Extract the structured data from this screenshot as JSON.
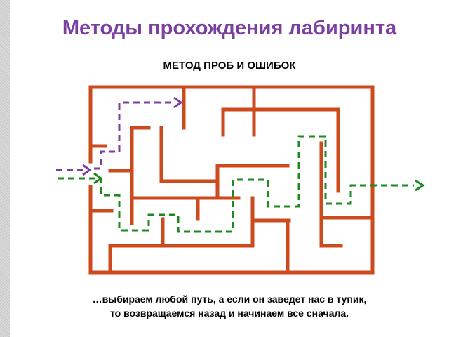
{
  "slide": {
    "title": "Методы прохождения лабиринта",
    "subtitle": "МЕТОД ПРОБ И ОШИБОК",
    "caption_line1": "…выбираем любой путь, а если он заведет нас в тупик,",
    "caption_line2": "то возвращаемся назад и начинаем все сначала."
  },
  "colors": {
    "maze_wall": "#cc4a1c",
    "trial_path": "#7b3fa0",
    "solution_path": "#1e8a1e",
    "title": "#7b3fa0"
  },
  "diagram": {
    "maze": "maze-walls",
    "paths": [
      {
        "name": "trial-path-dead-end",
        "color_key": "trial_path",
        "style": "dashed-arrow"
      },
      {
        "name": "solution-path",
        "color_key": "solution_path",
        "style": "dashed-arrow"
      }
    ]
  }
}
